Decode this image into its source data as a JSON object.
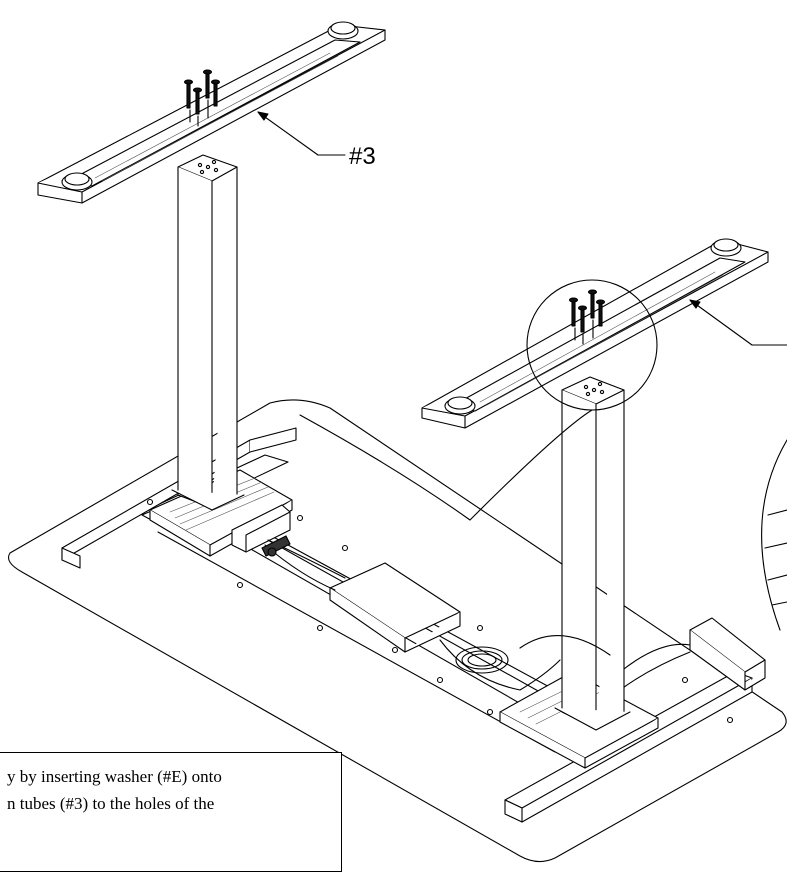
{
  "callouts": {
    "left_beam_label": "#3"
  },
  "instructions": {
    "line1": "y by inserting washer (#E) onto",
    "line2": "n tubes (#3) to the holes of the"
  },
  "colors": {
    "ink": "#000000",
    "paper": "#ffffff",
    "hatch": "#555555"
  }
}
